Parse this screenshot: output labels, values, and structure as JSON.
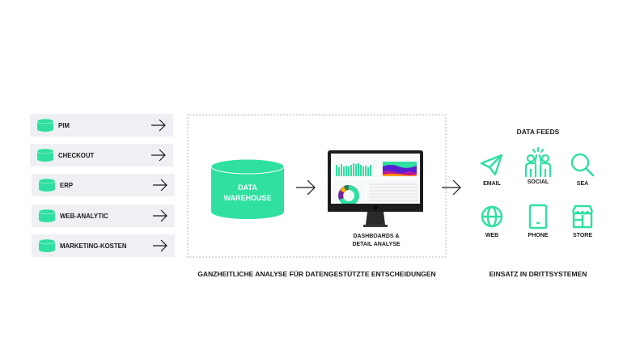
{
  "colors": {
    "accent": "#2fe0a0",
    "source_bg": "#eef0f3",
    "text": "#1a1a1a",
    "dotted_border": "#d9dbe0"
  },
  "sources": [
    {
      "label": "PIM",
      "icon": "database-icon"
    },
    {
      "label": "CHECKOUT",
      "icon": "database-icon"
    },
    {
      "label": "ERP",
      "icon": "database-icon"
    },
    {
      "label": "WEB-ANALYTIC",
      "icon": "database-icon"
    },
    {
      "label": "MARKETING-KOSTEN",
      "icon": "database-icon"
    }
  ],
  "warehouse": {
    "line1": "DATA",
    "line2": "WAREHOUSE"
  },
  "dashboard": {
    "line1": "DASHBOARDS &",
    "line2": "DETAIL ANALYSE"
  },
  "analysis_caption": "GANZHEITLICHE ANALYSE FÜR DATENGESTÜTZTE ENTSCHEIDUNGEN",
  "feeds": {
    "title": "DATA FEEDS",
    "items": [
      {
        "label": "EMAIL",
        "icon": "paper-plane-icon"
      },
      {
        "label": "SOCIAL",
        "icon": "high-five-people-icon"
      },
      {
        "label": "SEA",
        "icon": "search-icon"
      },
      {
        "label": "WEB",
        "icon": "globe-icon"
      },
      {
        "label": "PHONE",
        "icon": "tablet-phone-icon"
      },
      {
        "label": "STORE",
        "icon": "storefront-icon"
      }
    ],
    "caption": "EINSATZ IN DRITTSYSTEMEN"
  }
}
